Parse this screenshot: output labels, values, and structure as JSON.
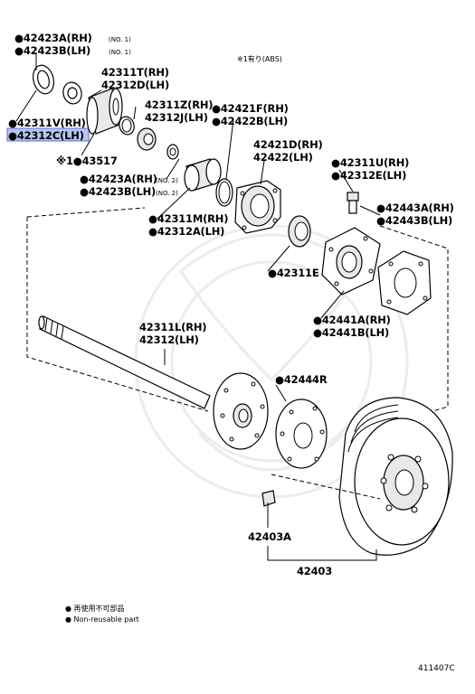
{
  "header_note": "※1有り(ABS)",
  "labels": {
    "l42423A_1": "●42423A(RH)",
    "l42423B_1": "●42423B(LH)",
    "no1_a": "(NO. 1)",
    "no1_b": "(NO. 1)",
    "l42311T": "42311T(RH)",
    "l42312D": "42312D(LH)",
    "l42311V": "●42311V(RH)",
    "l42312C": "●42312C(LH)",
    "l43517": "※1●43517",
    "l42311Z": "42311Z(RH)",
    "l42312J": "42312J(LH)",
    "l42421F": "●42421F(RH)",
    "l42422B": "●42422B(LH)",
    "l42423A_2": "●42423A(RH)",
    "l42423B_2": "●42423B(LH)",
    "no2_a": "(NO. 2)",
    "no2_b": "(NO. 2)",
    "l42421D": "42421D(RH)",
    "l42422": "42422(LH)",
    "l42311U": "●42311U(RH)",
    "l42312E": "●42312E(LH)",
    "l42443A": "●42443A(RH)",
    "l42443B": "●42443B(LH)",
    "l42311M": "●42311M(RH)",
    "l42312A": "●42312A(LH)",
    "l42311E": "●42311E",
    "l42441A": "●42441A(RH)",
    "l42441B": "●42441B(LH)",
    "l42311L": "42311L(RH)",
    "l42312": "42312(LH)",
    "l42444R": "●42444R",
    "l42403A": "42403A",
    "l42403": "42403"
  },
  "legend": {
    "jp": "● 再使用不可部品",
    "en": "● Non-reusable part"
  },
  "diagram_code": "411407C",
  "highlight_color": "#b9c3f0"
}
